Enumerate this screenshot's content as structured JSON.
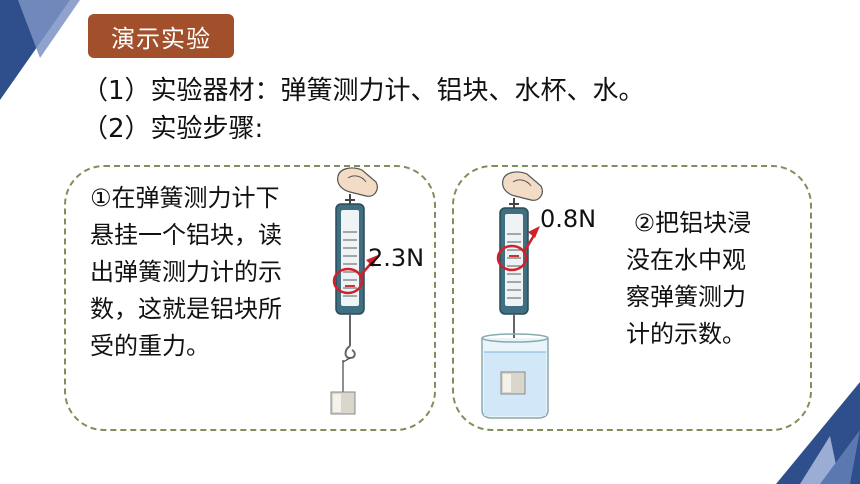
{
  "title_tag": "演示实验",
  "lines": {
    "materials": "（1）实验器材：弹簧测力计、铝块、水杯、水。",
    "steps": "（2）实验步骤:"
  },
  "step1": {
    "lines": [
      "①在弹簧测力计下",
      "悬挂一个铝块，读",
      "出弹簧测力计的示",
      "数，这就是铝块所",
      "受的重力。"
    ],
    "reading": "2.3N"
  },
  "step2": {
    "lines": [
      " ②把铝块浸",
      "没在水中观",
      "察弹簧测力",
      "计的示数。"
    ],
    "reading": "0.8N"
  },
  "colors": {
    "title_bg": "#a1502b",
    "dashed_border": "#7f8f5a",
    "highlight_ellipse": "#d0202a",
    "deco_blue": "#2f4e8c"
  },
  "icons": [
    "hand-icon",
    "spring-scale-icon",
    "aluminum-block-icon",
    "water-beaker-icon",
    "arrow-icon"
  ]
}
